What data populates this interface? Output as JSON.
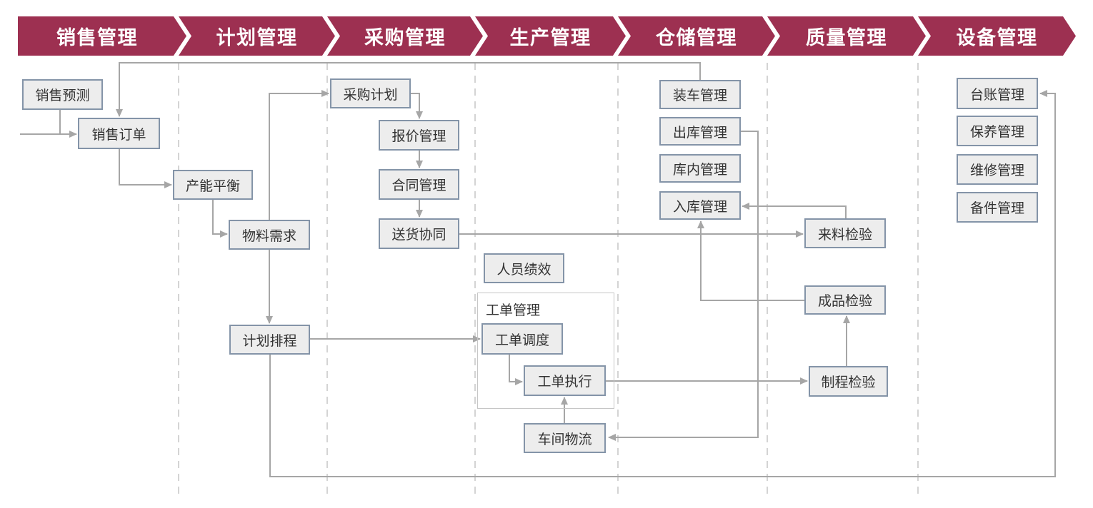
{
  "banner": {
    "stages": [
      {
        "label": "销售管理"
      },
      {
        "label": "计划管理"
      },
      {
        "label": "采购管理"
      },
      {
        "label": "生产管理"
      },
      {
        "label": "仓储管理"
      },
      {
        "label": "质量管理"
      },
      {
        "label": "设备管理"
      }
    ]
  },
  "nodes": {
    "sales_forecast": {
      "label": "销售预测"
    },
    "sales_order": {
      "label": "销售订单"
    },
    "capacity_balance": {
      "label": "产能平衡"
    },
    "material_requirements": {
      "label": "物料需求"
    },
    "plan_scheduling": {
      "label": "计划排程"
    },
    "purchase_plan": {
      "label": "采购计划"
    },
    "quotation_management": {
      "label": "报价管理"
    },
    "contract_management": {
      "label": "合同管理"
    },
    "delivery_collaboration": {
      "label": "送货协同"
    },
    "personnel_performance": {
      "label": "人员绩效"
    },
    "work_order_group": {
      "label": "工单管理"
    },
    "work_order_dispatch": {
      "label": "工单调度"
    },
    "work_order_execution": {
      "label": "工单执行"
    },
    "workshop_logistics": {
      "label": "车间物流"
    },
    "loading_management": {
      "label": "装车管理"
    },
    "outbound_management": {
      "label": "出库管理"
    },
    "in_warehouse_management": {
      "label": "库内管理"
    },
    "inbound_management": {
      "label": "入库管理"
    },
    "incoming_inspection": {
      "label": "来料检验"
    },
    "finished_goods_inspection": {
      "label": "成品检验"
    },
    "process_inspection": {
      "label": "制程检验"
    },
    "ledger_management": {
      "label": "台账管理"
    },
    "maintenance_management": {
      "label": "保养管理"
    },
    "repair_management": {
      "label": "维修管理"
    },
    "spare_parts_management": {
      "label": "备件管理"
    }
  },
  "colors": {
    "banner": "#9d3051",
    "box_fill": "#ededed",
    "box_border": "#8494a8",
    "connector": "#a6a6a6",
    "separator": "#c9c9c9",
    "banner_text": "#ffffff",
    "box_text": "#333333"
  }
}
